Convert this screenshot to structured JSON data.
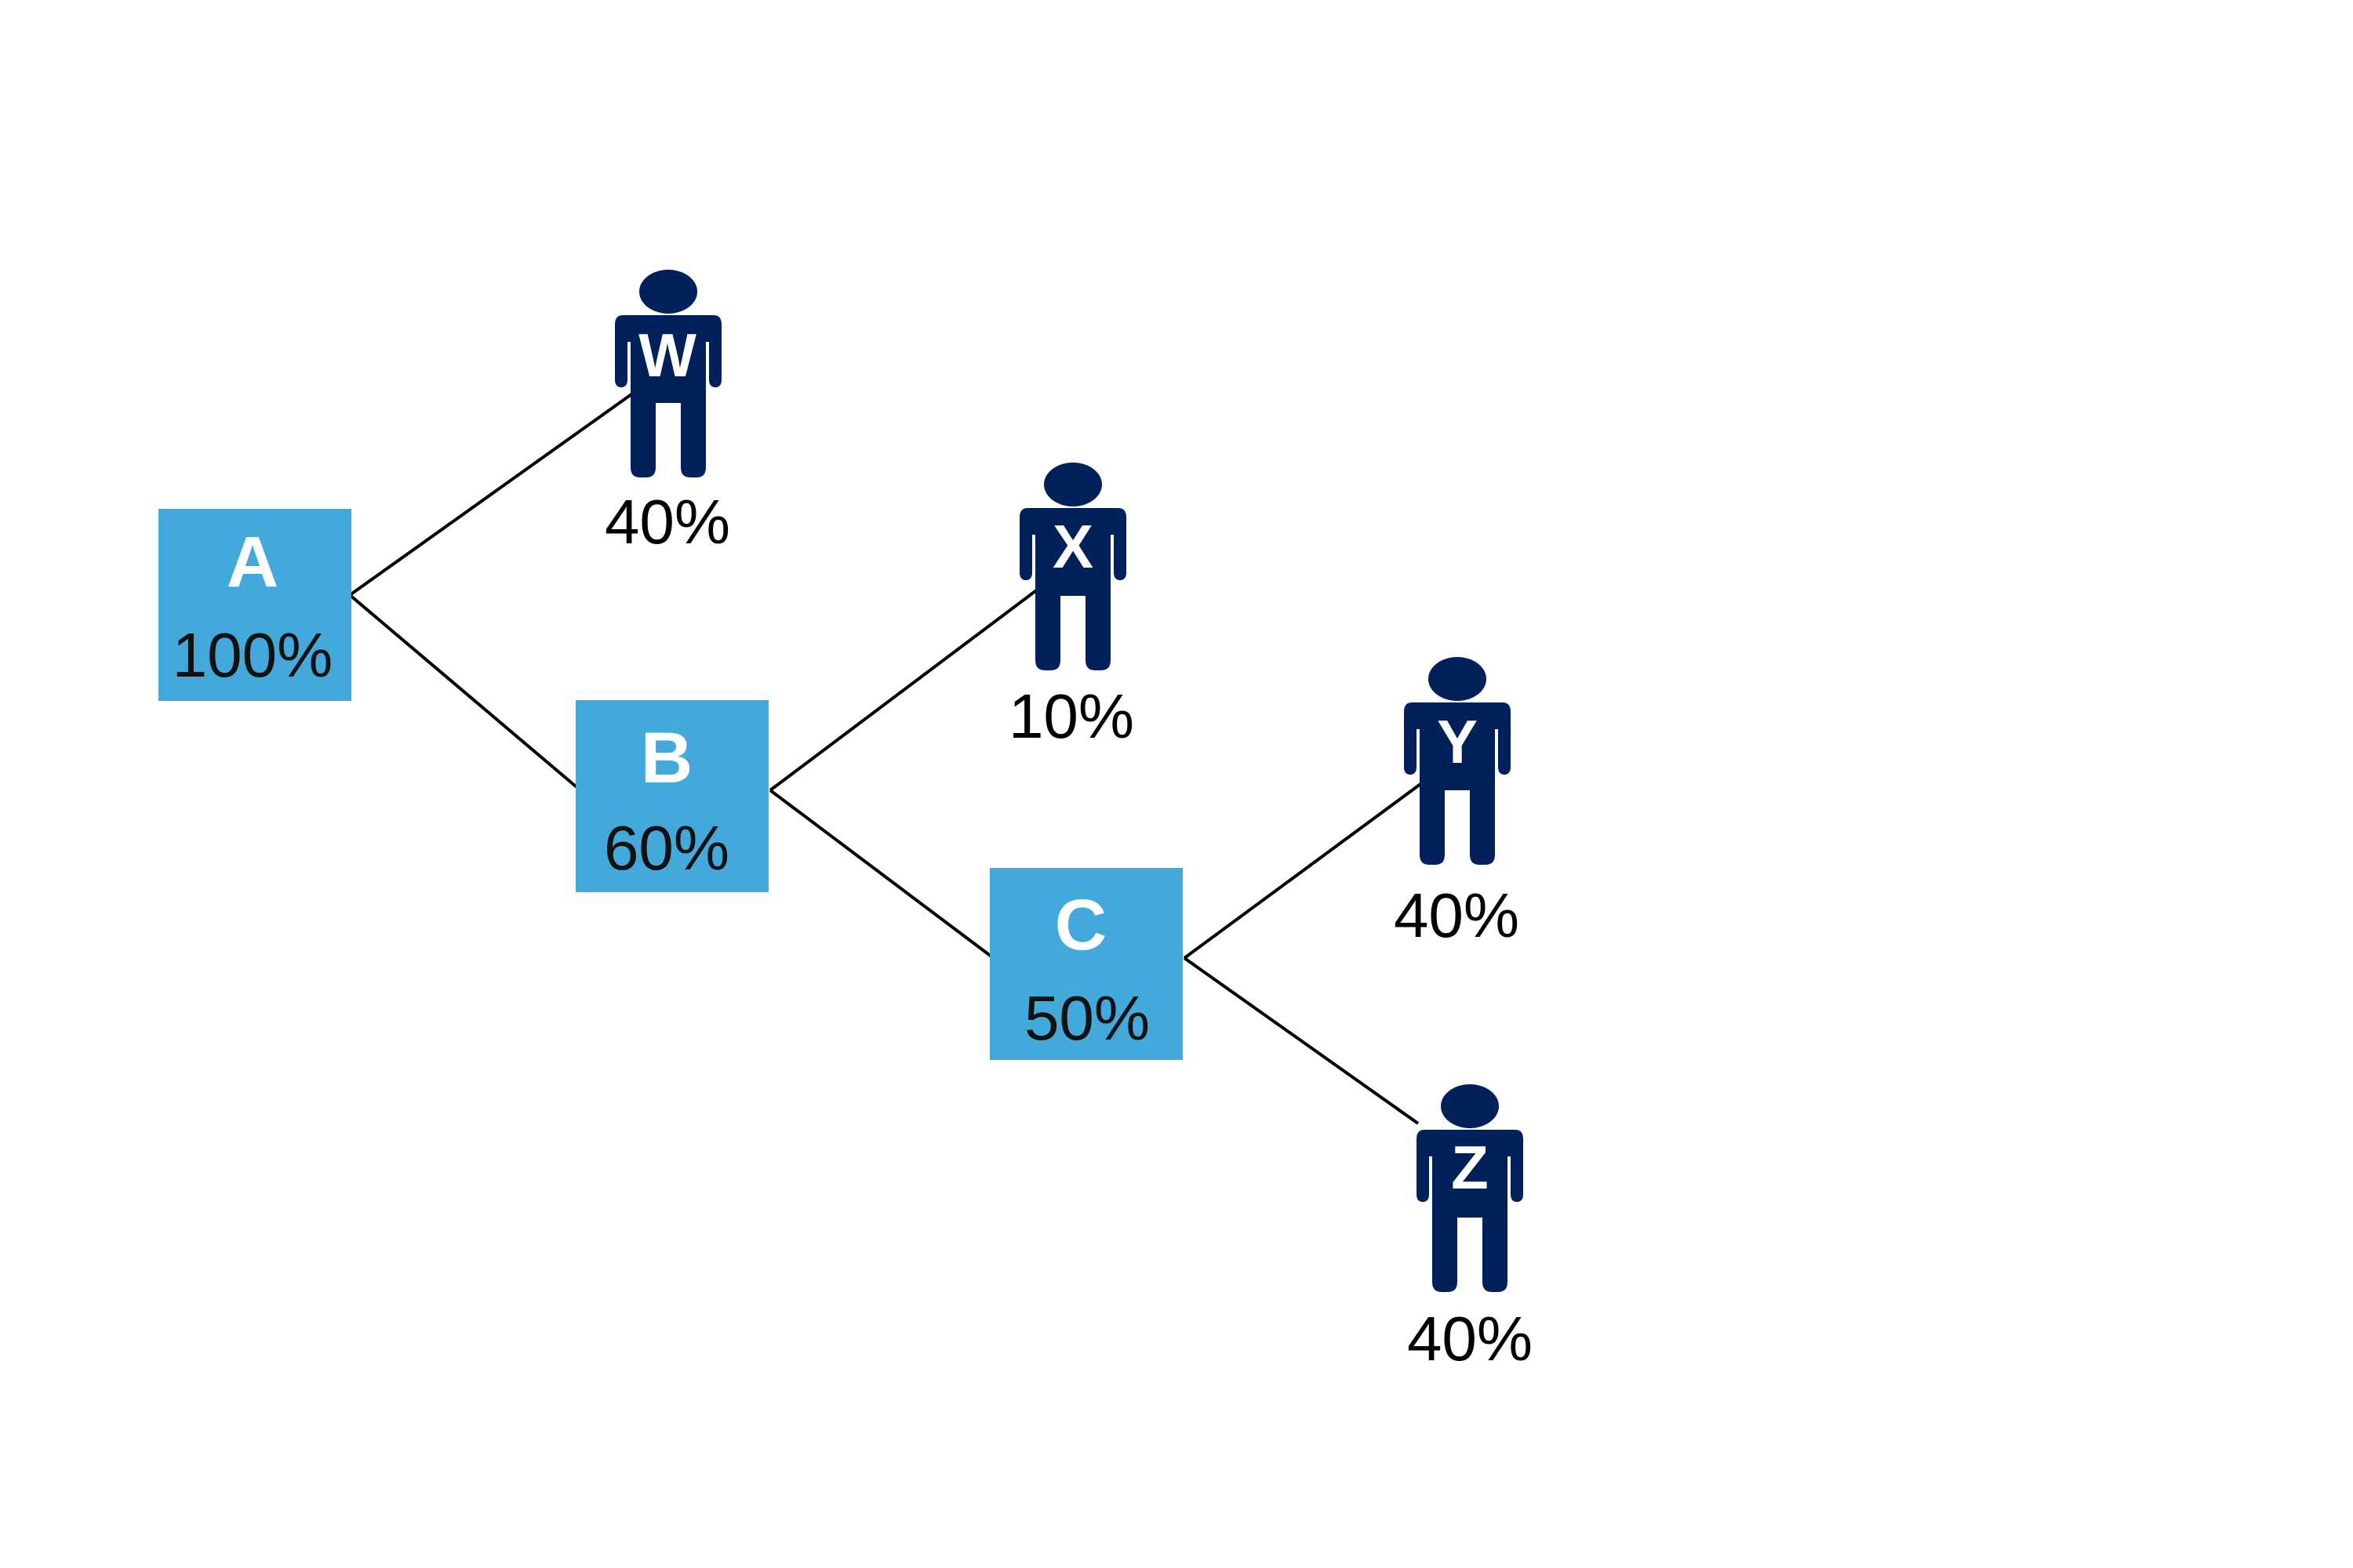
{
  "colors": {
    "box_fill": "#42a9da",
    "box_text": "#ffffff",
    "box_share_text": "#111111",
    "person_fill": "#00215a",
    "connector": "#000000"
  },
  "boxes": [
    {
      "id": "A",
      "letter": "A",
      "share": "100%"
    },
    {
      "id": "B",
      "letter": "B",
      "share": "60%"
    },
    {
      "id": "C",
      "letter": "C",
      "share": "50%"
    }
  ],
  "people": [
    {
      "id": "W",
      "letter": "W",
      "share": "40%",
      "icon": "person-icon"
    },
    {
      "id": "X",
      "letter": "X",
      "share": "10%",
      "icon": "person-icon"
    },
    {
      "id": "Y",
      "letter": "Y",
      "share": "40%",
      "icon": "person-icon"
    },
    {
      "id": "Z",
      "letter": "Z",
      "share": "40%",
      "icon": "person-icon"
    }
  ],
  "edges": [
    {
      "from": "A",
      "to": "W"
    },
    {
      "from": "A",
      "to": "B"
    },
    {
      "from": "B",
      "to": "X"
    },
    {
      "from": "B",
      "to": "C"
    },
    {
      "from": "C",
      "to": "Y"
    },
    {
      "from": "C",
      "to": "Z"
    }
  ]
}
